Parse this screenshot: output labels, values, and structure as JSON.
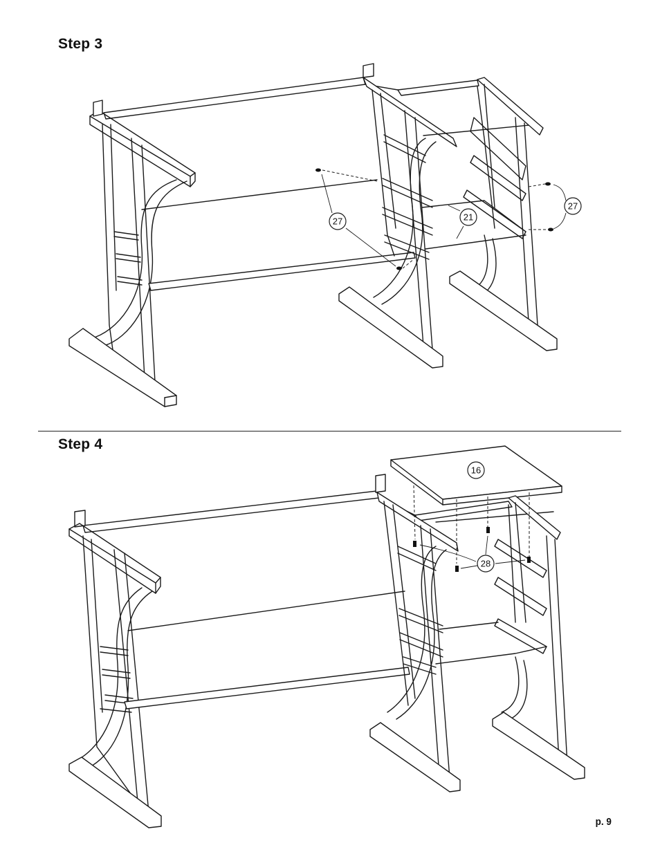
{
  "step3": {
    "title": "Step 3",
    "callouts": {
      "part_21": "21",
      "screw_27_left": "27",
      "screw_27_right": "27"
    }
  },
  "step4": {
    "title": "Step 4",
    "callouts": {
      "part_16": "16",
      "screw_28": "28"
    }
  },
  "page_number": "p. 9"
}
